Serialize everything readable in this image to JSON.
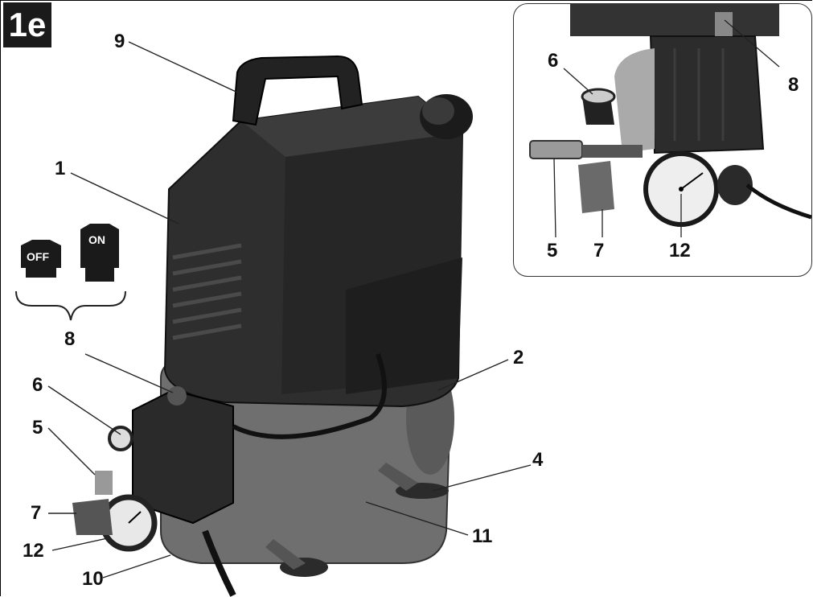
{
  "figure_tag": "1e",
  "switch": {
    "off_label": "OFF",
    "on_label": "ON"
  },
  "callouts": {
    "c1": "1",
    "c2": "2",
    "c4": "4",
    "c5": "5",
    "c6": "6",
    "c7": "7",
    "c8": "8",
    "c8b": "8",
    "c9": "9",
    "c10": "10",
    "c11": "11",
    "c12": "12"
  },
  "inset_callouts": {
    "c5": "5",
    "c6": "6",
    "c7": "7",
    "c8": "8",
    "c12": "12"
  }
}
